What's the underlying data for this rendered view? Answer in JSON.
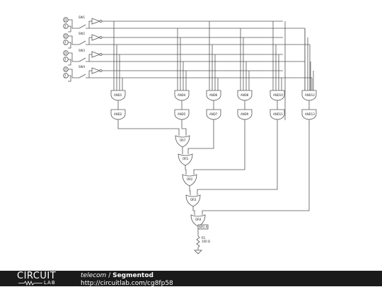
{
  "switches": [
    "SW1",
    "SW2",
    "SW3",
    "SW4"
  ],
  "source_symbols": [
    "∏",
    "ƒ"
  ],
  "and_gates_top": [
    "AND1",
    "AND4",
    "AND6",
    "AND8",
    "AND10",
    "AND12"
  ],
  "and_gates_bottom": [
    "AND2",
    "AND5",
    "AND7",
    "AND9",
    "AND11",
    "AND13"
  ],
  "or_gates": [
    "OR7",
    "OR1",
    "OR2",
    "OR3",
    "OR4"
  ],
  "display_label": "SEG A",
  "resistor": {
    "name": "R1",
    "value": "100 Ω"
  },
  "footer": {
    "logo_top": "CIRCUIT",
    "logo_bottom": "LAB",
    "owner": "telecom",
    "separator": " / ",
    "title": "Segmentod",
    "url": "http://circuitlab.com/cg8fp58"
  },
  "colors": {
    "footer_bg": "#1b1b1b",
    "wire": "#555555"
  }
}
